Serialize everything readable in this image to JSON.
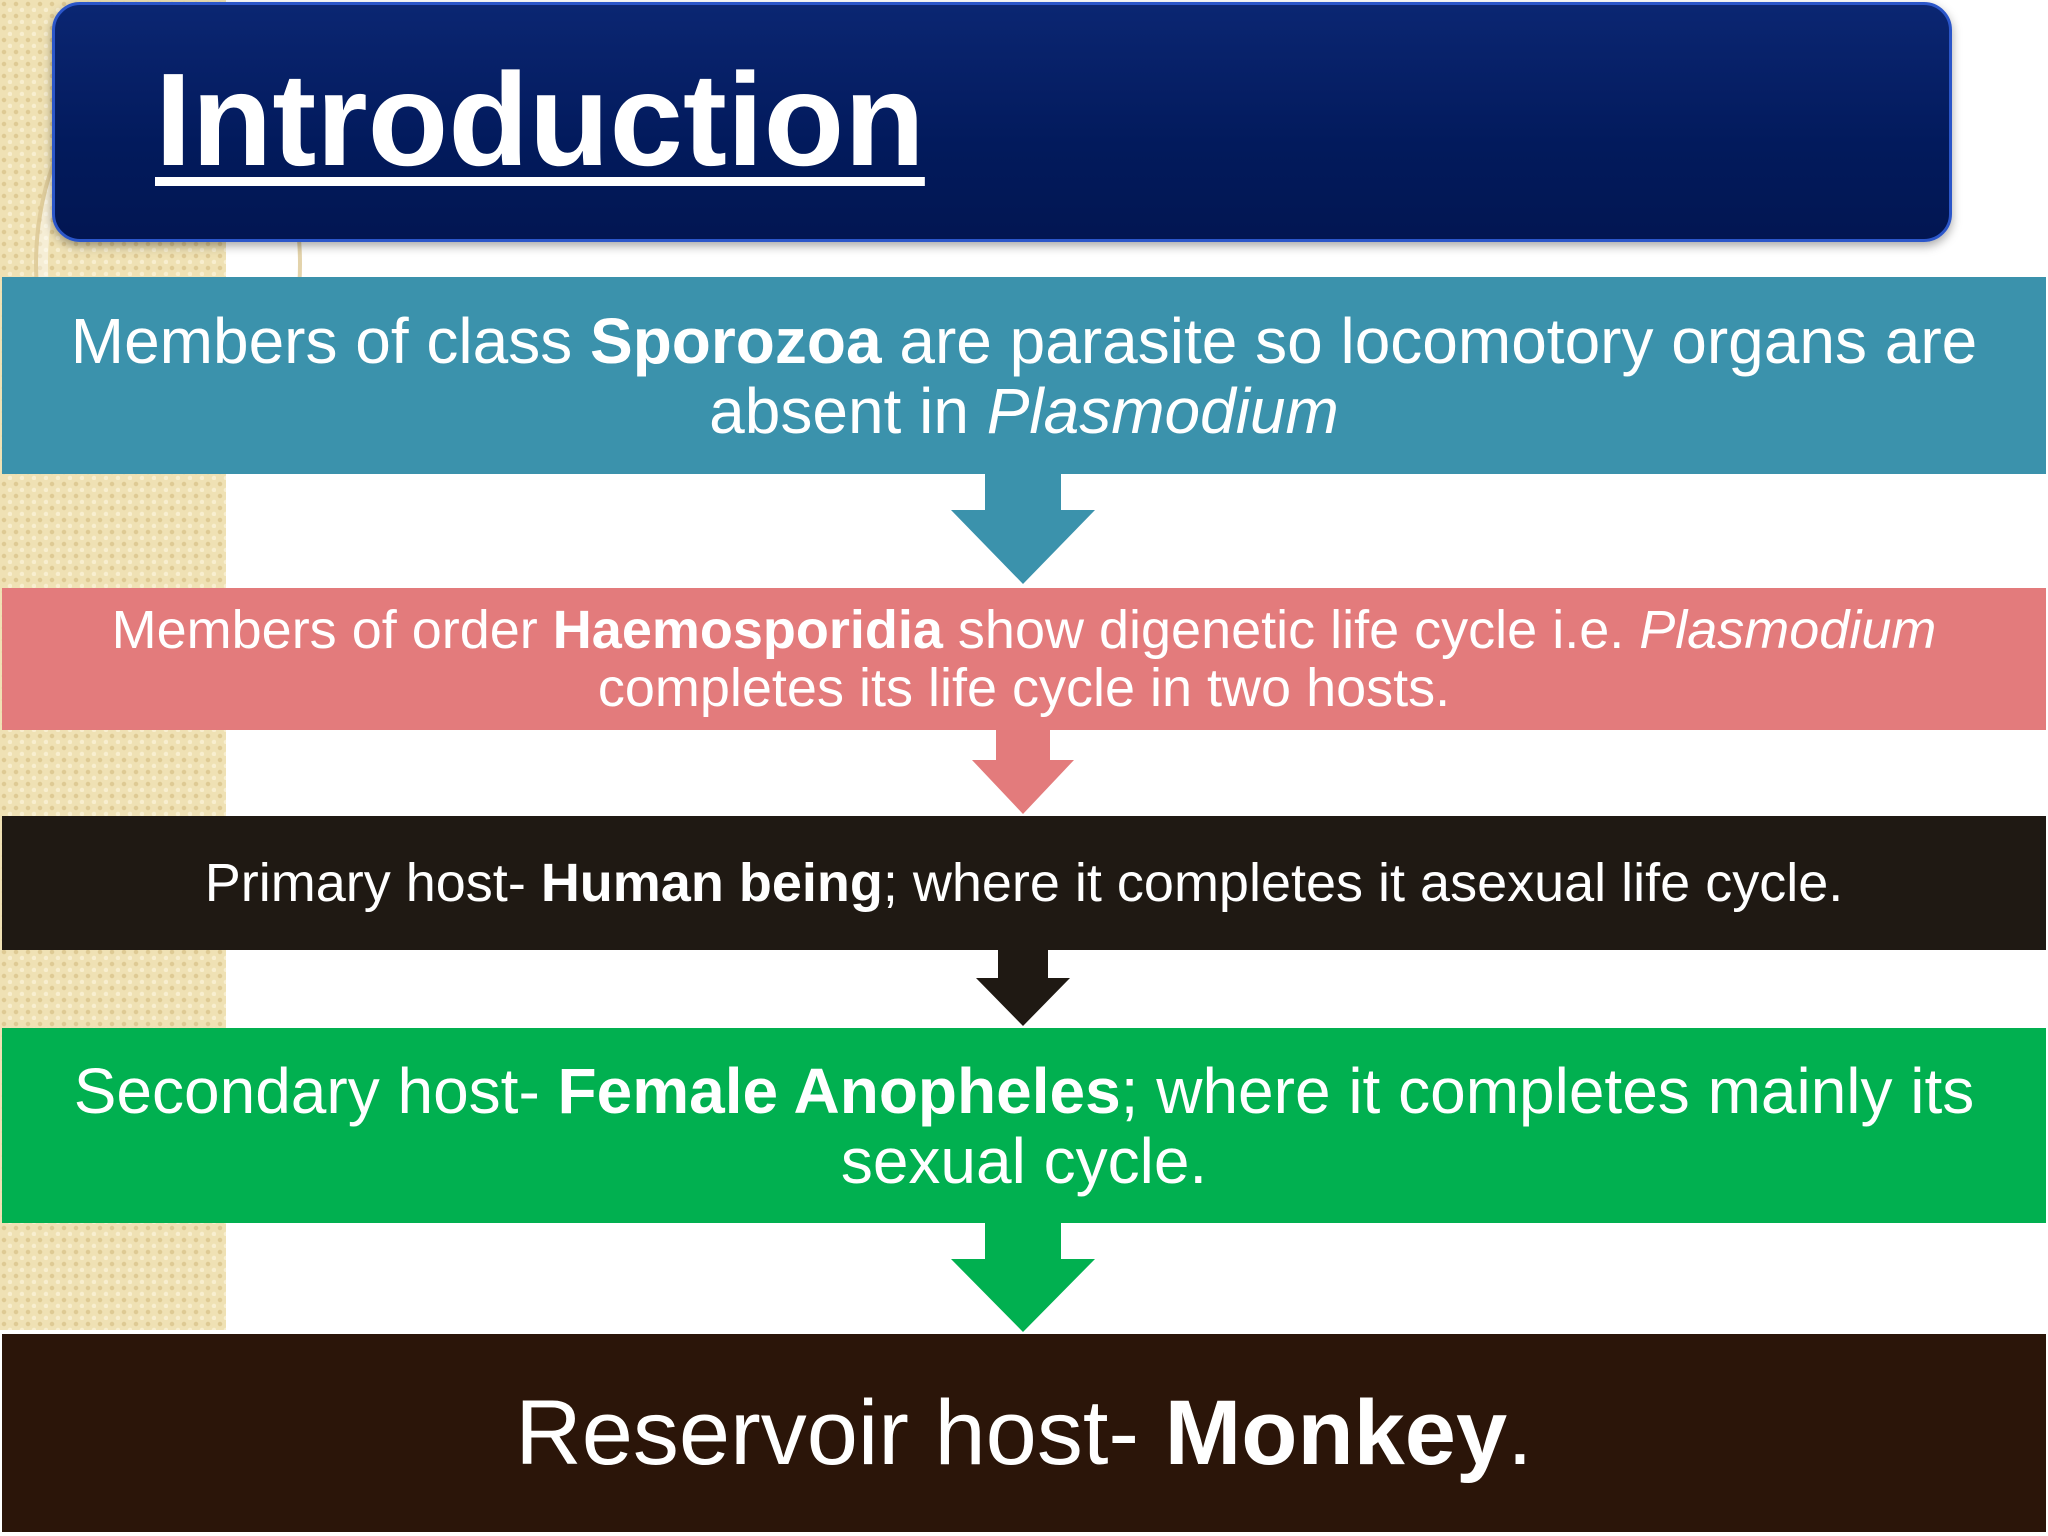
{
  "title": "Introduction",
  "colors": {
    "title_bg": "#021a5c",
    "box1": "#3b92ac",
    "box2": "#e37b7c",
    "box3": "#1f1913",
    "box4": "#01b050",
    "box5": "#2b1509",
    "text": "#ffffff"
  },
  "flow": [
    {
      "pre": "Members of class ",
      "bold": "Sporozoa",
      "mid": " are parasite so locomotory organs are absent in ",
      "ital": "Plasmodium",
      "post": ""
    },
    {
      "pre": "Members of order ",
      "bold": "Haemosporidia",
      "mid": " show digenetic life cycle i.e. ",
      "ital": "Plasmodium",
      "post": " completes its life cycle in two hosts."
    },
    {
      "pre": "Primary host- ",
      "bold": "Human being",
      "post": "; where it completes it asexual life cycle."
    },
    {
      "pre": "Secondary host- ",
      "bold": "Female Anopheles",
      "post": "; where it completes mainly its sexual cycle."
    },
    {
      "pre": "Reservoir host- ",
      "bold": "Monkey",
      "post": "."
    }
  ]
}
